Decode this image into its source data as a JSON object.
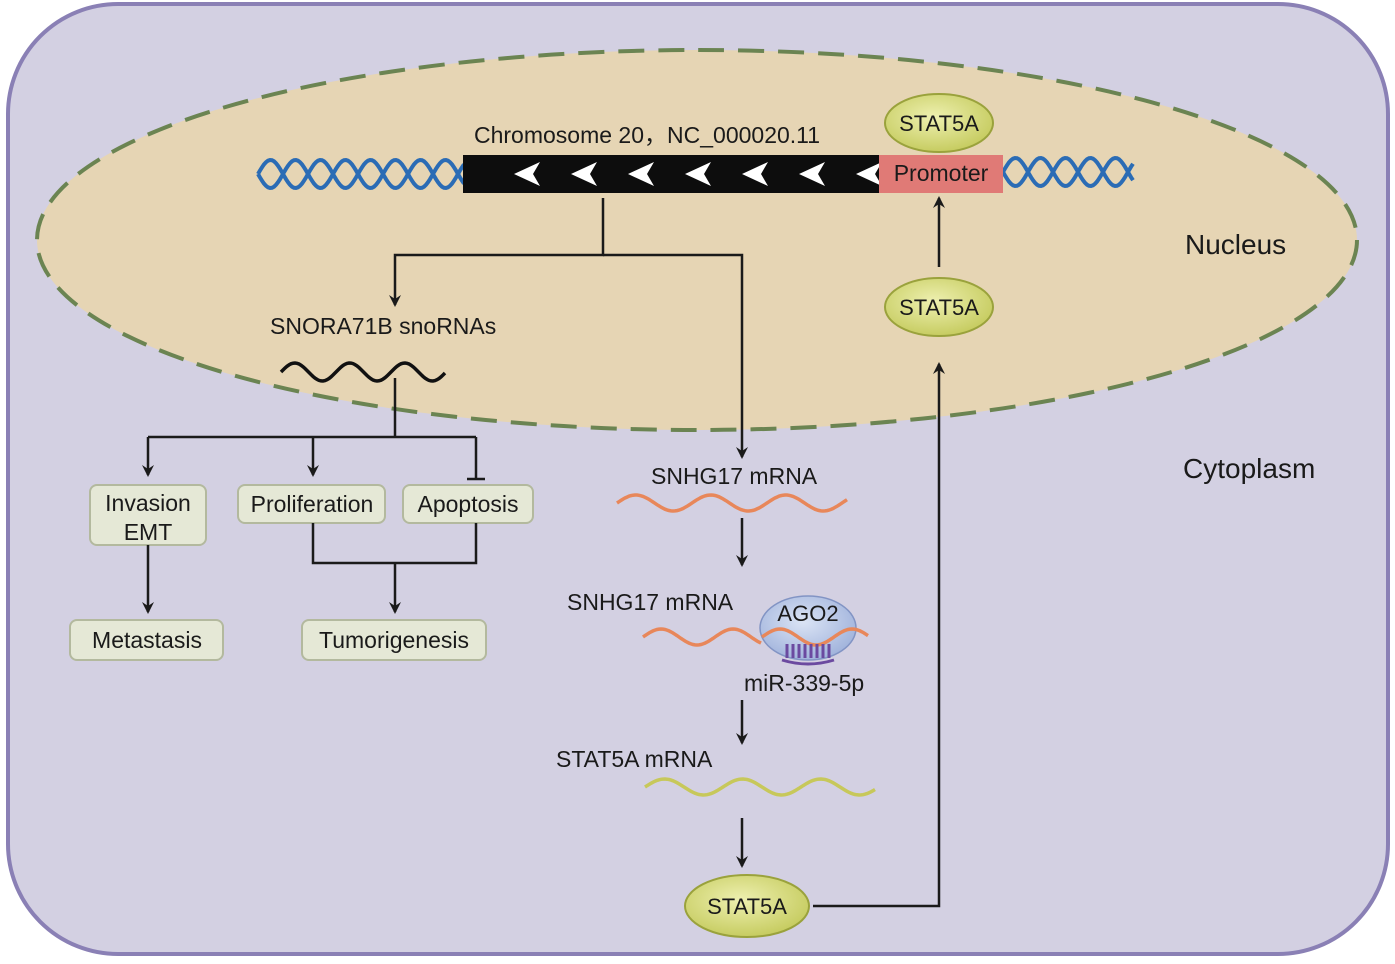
{
  "regions": {
    "nucleus": "Nucleus",
    "cytoplasm": "Cytoplasm"
  },
  "gene": {
    "label": "Chromosome 20，NC_000020.11",
    "promoter": "Promoter"
  },
  "proteins": {
    "stat5a_promoter": "STAT5A",
    "stat5a_nuclear": "STAT5A",
    "stat5a_cytoplasm": "STAT5A",
    "ago2": "AGO2"
  },
  "snorna": {
    "label": "SNORA71B snoRNAs"
  },
  "outcomes": {
    "invasion_line1": "Invasion",
    "invasion_line2": "EMT",
    "proliferation": "Proliferation",
    "apoptosis": "Apoptosis",
    "metastasis": "Metastasis",
    "tumorigenesis": "Tumorigenesis"
  },
  "rnas": {
    "snhg17_mrna_1": "SNHG17 mRNA",
    "snhg17_mrna_2": "SNHG17 mRNA",
    "mirna": "miR-339-5p",
    "stat5a_mrna": "STAT5A mRNA"
  },
  "colors": {
    "cell_fill": "#d3d0e2",
    "cell_stroke": "#8a80b5",
    "nucleus_fill": "#e6d5b4",
    "nucleus_stroke": "#6b8452",
    "dna_blue": "#2b6cb5",
    "gene_bar": "#0d0d0d",
    "promoter_fill": "#e07a76",
    "protein_fill": "#d4d872",
    "protein_stroke": "#9aa23c",
    "box_fill": "#e5e8d6",
    "box_stroke": "#b3b99e",
    "snhg17_wave": "#e8875a",
    "stat5a_wave": "#c7c85a",
    "ago2_fill": "#b3c3e3",
    "mirna_purple": "#6b4aa0"
  }
}
